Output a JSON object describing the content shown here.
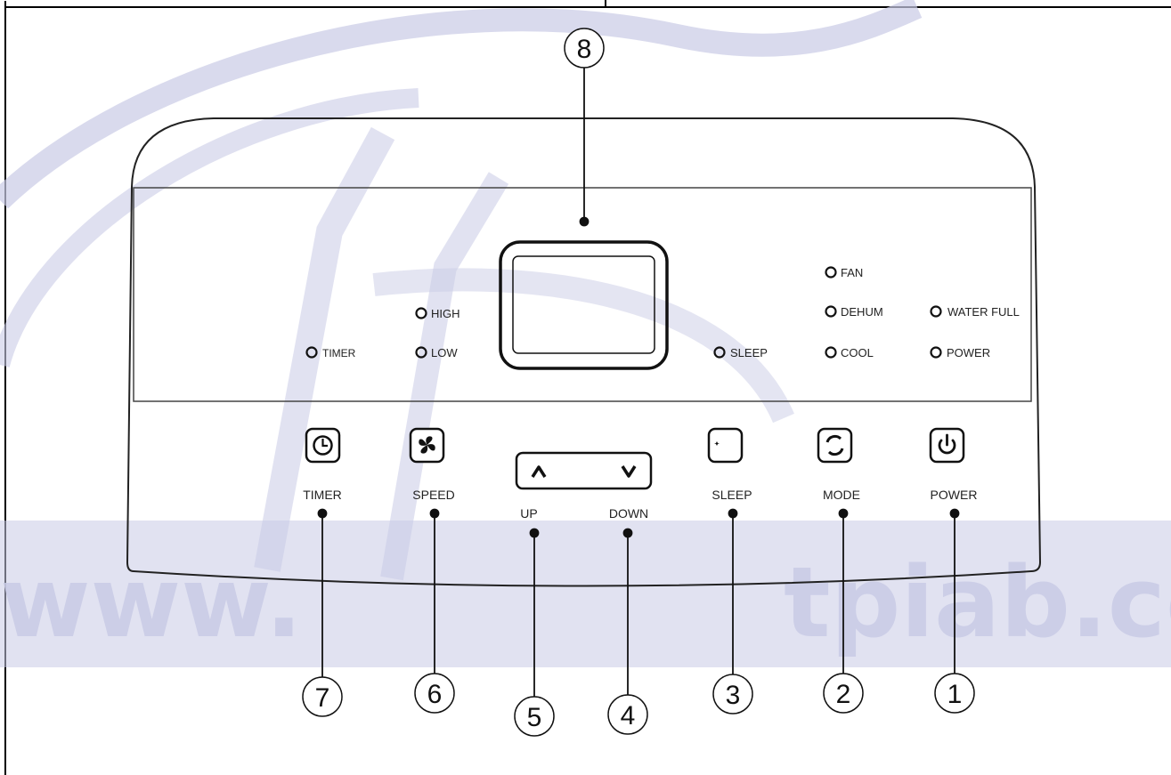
{
  "watermark": {
    "text_left": "www.",
    "text_right": "tpiab.com",
    "color": "#c9cbe6"
  },
  "indicators": {
    "fan": "FAN",
    "high": "HIGH",
    "dehum": "DEHUM",
    "water_full": "WATER FULL",
    "timer": "TIMER",
    "low": "LOW",
    "sleep": "SLEEP",
    "cool": "COOL",
    "power": "POWER"
  },
  "buttons": {
    "timer": "TIMER",
    "speed": "SPEED",
    "sleep": "SLEEP",
    "mode": "MODE",
    "power": "POWER",
    "up": "UP",
    "down": "DOWN"
  },
  "callouts": {
    "c1": "1",
    "c2": "2",
    "c3": "3",
    "c4": "4",
    "c5": "5",
    "c6": "6",
    "c7": "7",
    "c8": "8"
  },
  "icons": {
    "timer": "clock-icon",
    "speed": "fan-icon",
    "sleep": "moon-icon",
    "mode": "cycle-icon",
    "power": "power-icon",
    "up": "chevron-up-icon",
    "down": "chevron-down-icon"
  }
}
